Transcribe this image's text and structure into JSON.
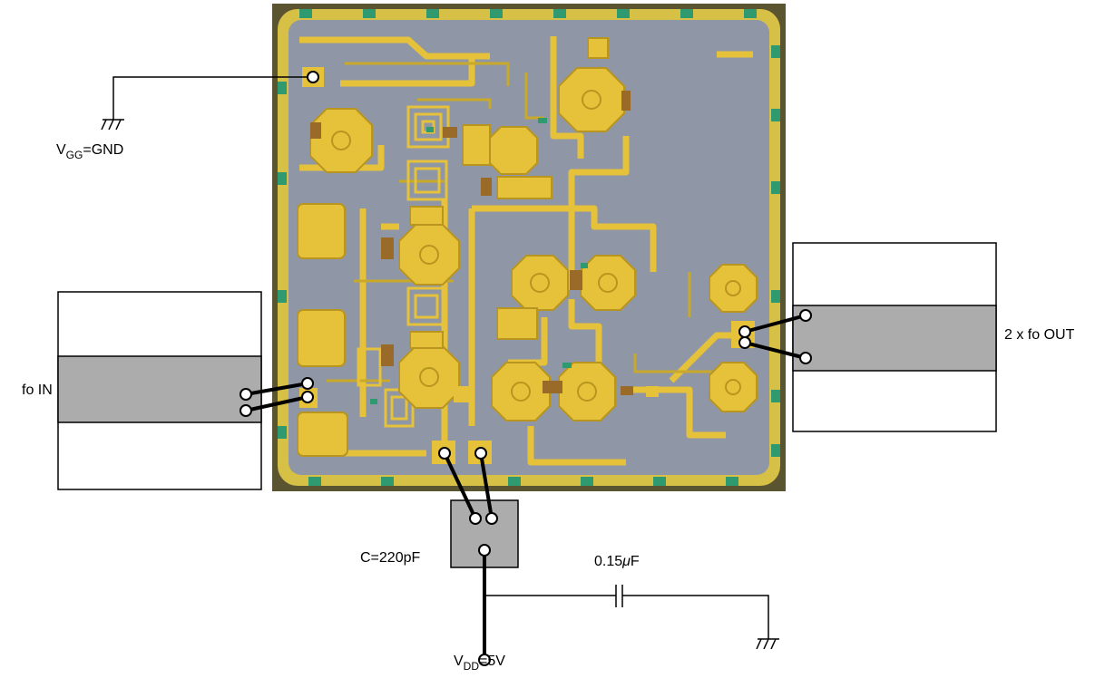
{
  "labels": {
    "vgg": "V",
    "vgg_sub": "GG",
    "vgg_rest": "=GND",
    "fo_in": "fo IN",
    "fo_out": "2 x fo OUT",
    "cap_small": "C=220pF",
    "cap_big_prefix": "0.15",
    "cap_big_mu": "μ",
    "cap_big_unit": "F",
    "vdd": "V",
    "vdd_sub": "DD",
    "vdd_rest": "=5V"
  },
  "colors": {
    "die_bg": "#8f97a6",
    "die_rim": "#d7c046",
    "gold": "#e6c23a",
    "gold_dark": "#b8951f",
    "pad_green": "#2f9a6f",
    "board_grey": "#acacac",
    "wire": "#000000"
  }
}
